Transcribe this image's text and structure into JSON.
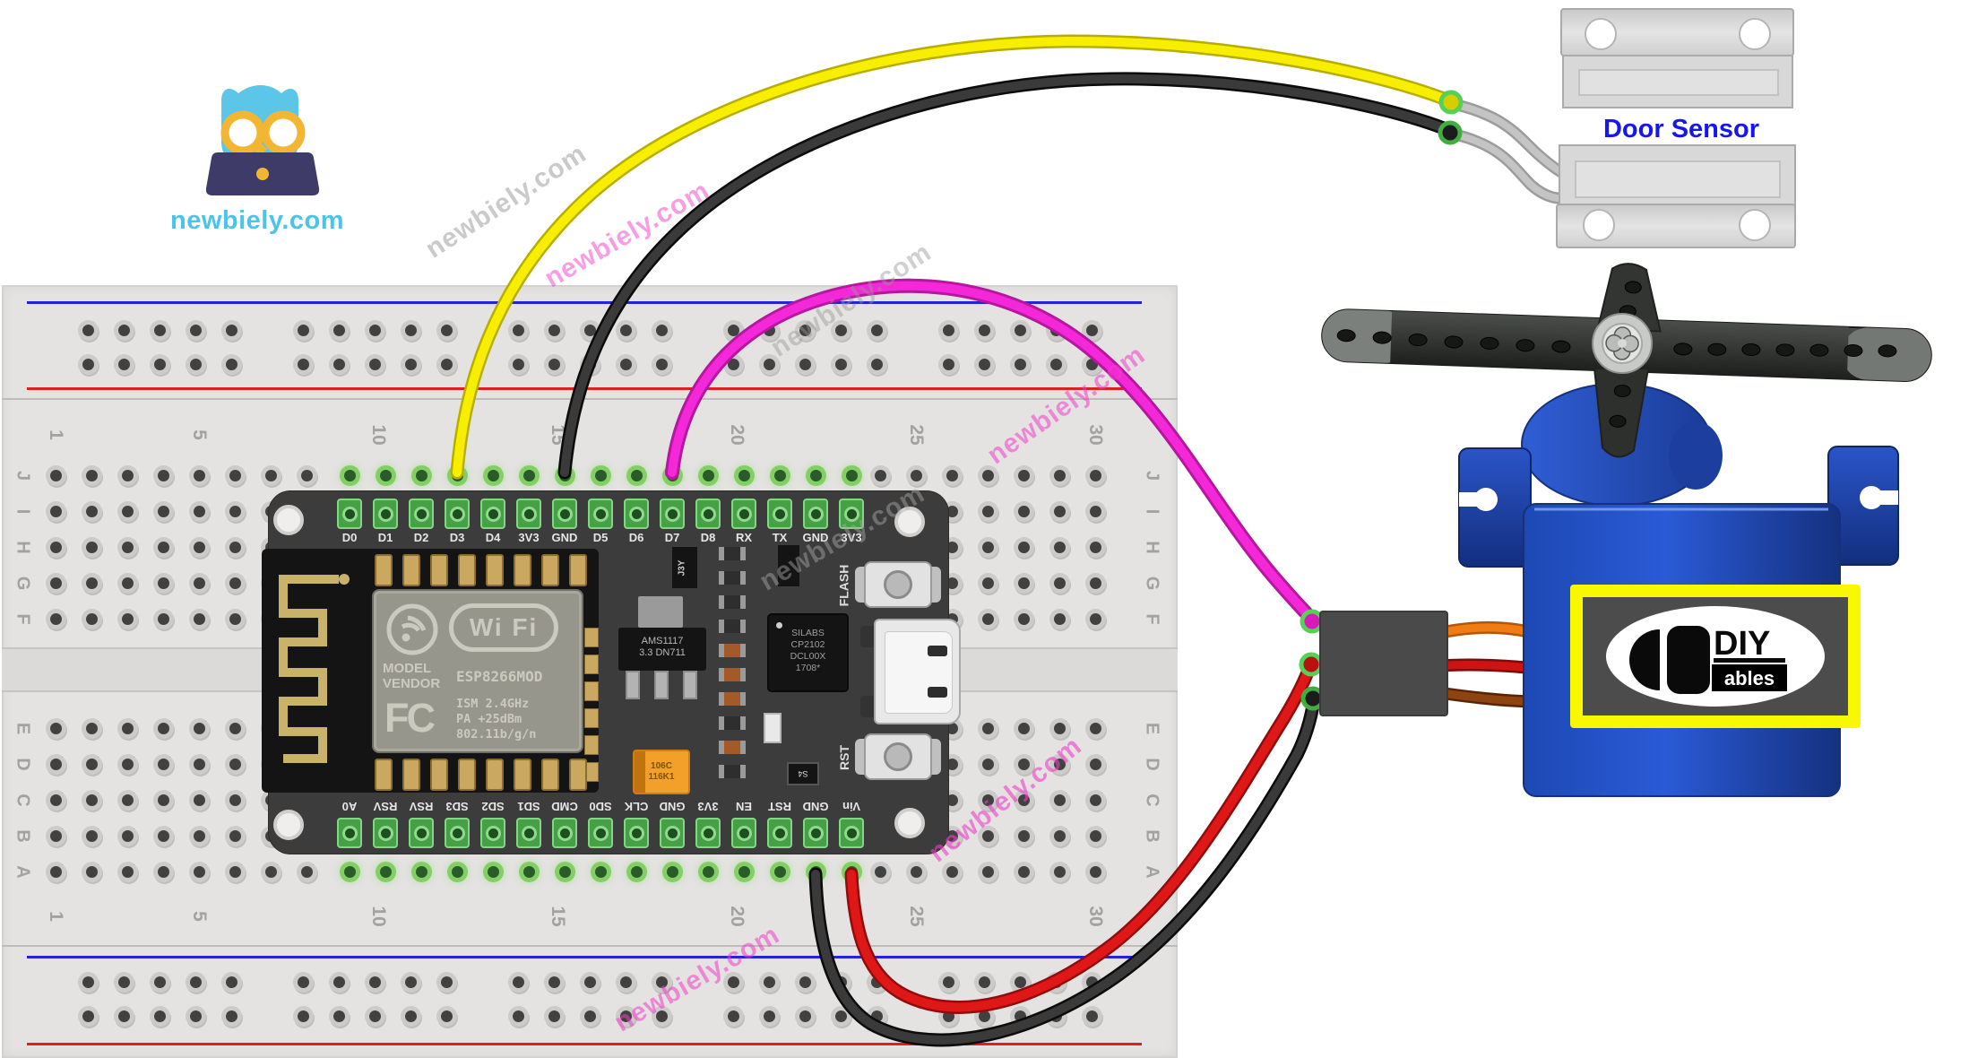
{
  "logo": {
    "site": "newbiely.com"
  },
  "watermarks": {
    "text": "newbiely.com"
  },
  "door_sensor": {
    "label": "Door Sensor"
  },
  "breadboard": {
    "column_numbers": [
      "1",
      "5",
      "10",
      "15",
      "20",
      "25",
      "30"
    ],
    "row_letters_top": [
      "J",
      "I",
      "H",
      "G",
      "F"
    ],
    "row_letters_bottom": [
      "E",
      "D",
      "C",
      "B",
      "A"
    ]
  },
  "nodemcu": {
    "top_pins": [
      "D0",
      "D1",
      "D2",
      "D3",
      "D4",
      "3V3",
      "GND",
      "D5",
      "D6",
      "D7",
      "D8",
      "RX",
      "TX",
      "GND",
      "3V3"
    ],
    "bottom_pins": [
      "A0",
      "RSV",
      "RSV",
      "SD3",
      "SD2",
      "SD1",
      "CMD",
      "SD0",
      "CLK",
      "GND",
      "3V3",
      "EN",
      "RST",
      "GND",
      "Vin"
    ],
    "module": {
      "wifi_badge": "Wi Fi",
      "model": "MODEL",
      "vendor": "VENDOR",
      "part": "ESP8266MOD",
      "fcc": "FC",
      "spec1": "ISM 2.4GHz",
      "spec2": "PA  +25dBm",
      "spec3": "802.11b/g/n"
    },
    "regulator": {
      "line1": "AMS1117",
      "line2": "3.3  DN711"
    },
    "usb_uart": {
      "line1": "SILABS",
      "line2": "CP2102",
      "line3": "DCL00X",
      "line4": "1708*"
    },
    "transistor": "J3Y",
    "capacitor": {
      "line1": "106C",
      "line2": "116K1"
    },
    "diode": "S4",
    "flash_button": "FLASH",
    "reset_button": "RST"
  },
  "servo": {
    "brand_top": "DIY",
    "brand_bottom": "ables"
  },
  "wires": [
    {
      "color": "yellow",
      "from": "D3",
      "to": "door sensor"
    },
    {
      "color": "black",
      "from": "GND",
      "to": "door sensor"
    },
    {
      "color": "magenta",
      "from": "D7",
      "to": "servo signal"
    },
    {
      "color": "red",
      "from": "Vin",
      "to": "servo power"
    },
    {
      "color": "black",
      "from": "GND",
      "to": "servo ground"
    }
  ],
  "colors": {
    "wire_yellow": "#f8ef00",
    "wire_black": "#2b2b2b",
    "wire_magenta": "#f428d8",
    "wire_red": "#e01717",
    "wire_gray": "#c2c2c2",
    "servo_blue": "#2256cd",
    "door_label_blue": "#1616f0",
    "logo_cyan": "#4ac4e9",
    "watermark_pink": "#f03cc8",
    "watermark_gray": "#9a9a9a"
  }
}
